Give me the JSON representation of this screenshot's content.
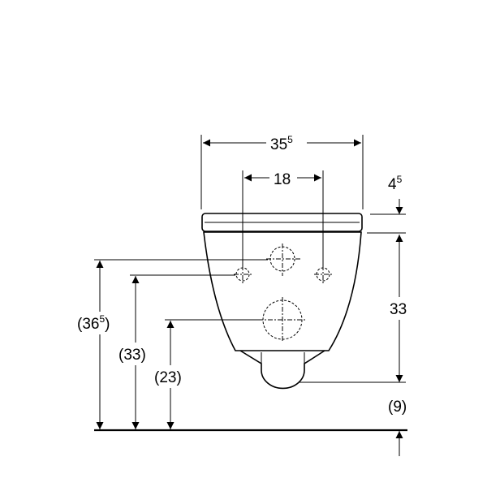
{
  "dimensions": {
    "total_width": {
      "main": "35",
      "sup": "5"
    },
    "hole_spacing": {
      "main": "18"
    },
    "seat_thickness": {
      "main": "4",
      "sup": "5"
    },
    "bowl_height": {
      "main": "33"
    },
    "bottom_gap": {
      "main": "(9)"
    },
    "top_hole_height": {
      "main": "(36",
      "sup": "5",
      "close": ")"
    },
    "side_hole_height": {
      "main": "(33)"
    },
    "drain_height": {
      "main": "(23)"
    }
  }
}
